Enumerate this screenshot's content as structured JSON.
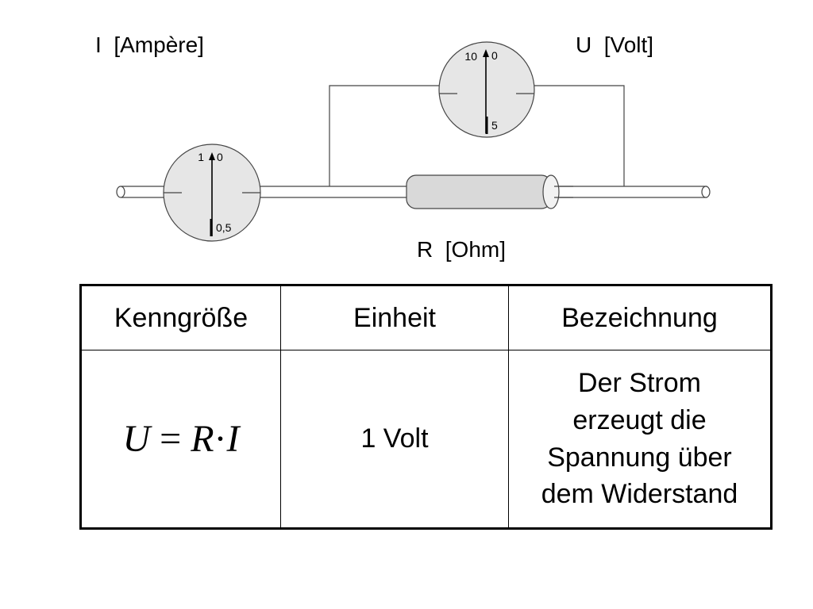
{
  "labels": {
    "current": "I  [Ampère]",
    "voltage": "U  [Volt]",
    "resistance": "R  [Ohm]"
  },
  "ammeter": {
    "scale_left": "1",
    "scale_right": "0",
    "scale_bottom": "0,5"
  },
  "voltmeter": {
    "scale_left": "10",
    "scale_right": "0",
    "scale_bottom": "5"
  },
  "table": {
    "headers": [
      "Kenngröße",
      "Einheit",
      "Bezeichnung"
    ],
    "formula": {
      "u": "U",
      "eq": "=",
      "r": "R",
      "dot": "·",
      "i": "I"
    },
    "unit": "1 Volt",
    "description_lines": [
      "Der Strom",
      "erzeugt die",
      "Spannung über",
      "dem Widerstand"
    ]
  },
  "colors": {
    "meter_fill": "#e6e6e6",
    "resistor_fill": "#d9d9d9",
    "stroke": "#444444"
  }
}
